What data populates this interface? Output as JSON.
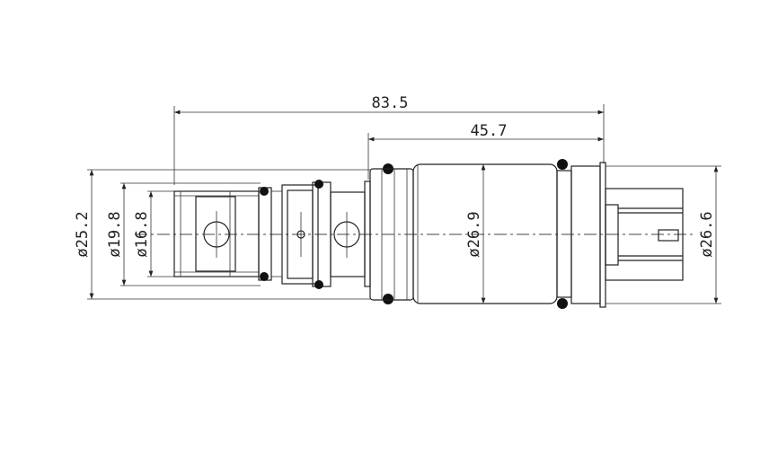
{
  "drawing": {
    "dimensions": {
      "overall_length": "83.5",
      "body_length": "45.7",
      "dia_inlet_outer": "ø25.2",
      "dia_inlet_mid": "ø19.8",
      "dia_inlet_inner": "ø16.8",
      "dia_body": "ø26.9",
      "dia_connector": "ø26.6"
    },
    "line_color": "#222222",
    "background": "#ffffff"
  }
}
